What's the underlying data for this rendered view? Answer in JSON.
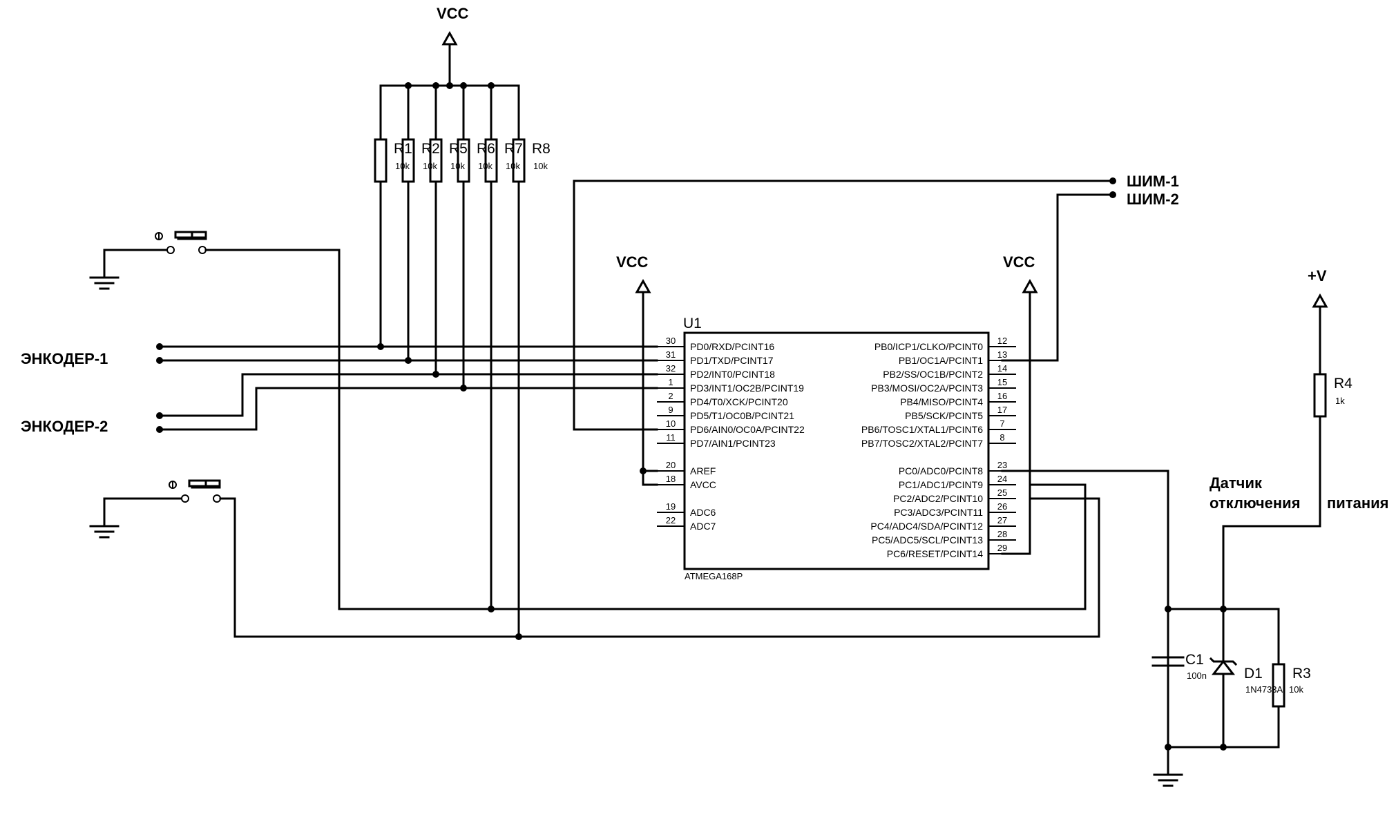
{
  "labels": {
    "vcc_top": "VCC",
    "vcc_left": "VCC",
    "vcc_right": "VCC",
    "plus_v": "+V",
    "encoder1": "ЭНКОДЕР-1",
    "encoder2": "ЭНКОДЕР-2",
    "pwm1": "ШИМ-1",
    "pwm2": "ШИМ-2",
    "sensor_line1": "Датчик",
    "sensor_line2a": "отключения",
    "sensor_line2b": "питания"
  },
  "chip": {
    "ref": "U1",
    "part": "ATMEGA168P",
    "left_pins": [
      {
        "num": "30",
        "name": "PD0/RXD/PCINT16"
      },
      {
        "num": "31",
        "name": "PD1/TXD/PCINT17"
      },
      {
        "num": "32",
        "name": "PD2/INT0/PCINT18"
      },
      {
        "num": "1",
        "name": "PD3/INT1/OC2B/PCINT19"
      },
      {
        "num": "2",
        "name": "PD4/T0/XCK/PCINT20"
      },
      {
        "num": "9",
        "name": "PD5/T1/OC0B/PCINT21"
      },
      {
        "num": "10",
        "name": "PD6/AIN0/OC0A/PCINT22"
      },
      {
        "num": "11",
        "name": "PD7/AIN1/PCINT23"
      },
      {
        "num": "20",
        "name": "AREF"
      },
      {
        "num": "18",
        "name": "AVCC"
      },
      {
        "num": "19",
        "name": "ADC6"
      },
      {
        "num": "22",
        "name": "ADC7"
      }
    ],
    "right_pins": [
      {
        "num": "12",
        "name": "PB0/ICP1/CLKO/PCINT0"
      },
      {
        "num": "13",
        "name": "PB1/OC1A/PCINT1"
      },
      {
        "num": "14",
        "name": "PB2/SS/OC1B/PCINT2"
      },
      {
        "num": "15",
        "name": "PB3/MOSI/OC2A/PCINT3"
      },
      {
        "num": "16",
        "name": "PB4/MISO/PCINT4"
      },
      {
        "num": "17",
        "name": "PB5/SCK/PCINT5"
      },
      {
        "num": "7",
        "name": "PB6/TOSC1/XTAL1/PCINT6"
      },
      {
        "num": "8",
        "name": "PB7/TOSC2/XTAL2/PCINT7"
      },
      {
        "num": "23",
        "name": "PC0/ADC0/PCINT8"
      },
      {
        "num": "24",
        "name": "PC1/ADC1/PCINT9"
      },
      {
        "num": "25",
        "name": "PC2/ADC2/PCINT10"
      },
      {
        "num": "26",
        "name": "PC3/ADC3/PCINT11"
      },
      {
        "num": "27",
        "name": "PC4/ADC4/SDA/PCINT12"
      },
      {
        "num": "28",
        "name": "PC5/ADC5/SCL/PCINT13"
      },
      {
        "num": "29",
        "name": "PC6/RESET/PCINT14"
      }
    ]
  },
  "resistors": [
    {
      "ref": "R1",
      "value": "10k"
    },
    {
      "ref": "R2",
      "value": "10k"
    },
    {
      "ref": "R5",
      "value": "10k"
    },
    {
      "ref": "R6",
      "value": "10k"
    },
    {
      "ref": "R7",
      "value": "10k"
    },
    {
      "ref": "R8",
      "value": "10k"
    }
  ],
  "r4": {
    "ref": "R4",
    "value": "1k"
  },
  "r3": {
    "ref": "R3",
    "value": "10k"
  },
  "c1": {
    "ref": "C1",
    "value": "100n"
  },
  "d1": {
    "ref": "D1",
    "value": "1N4733A"
  }
}
